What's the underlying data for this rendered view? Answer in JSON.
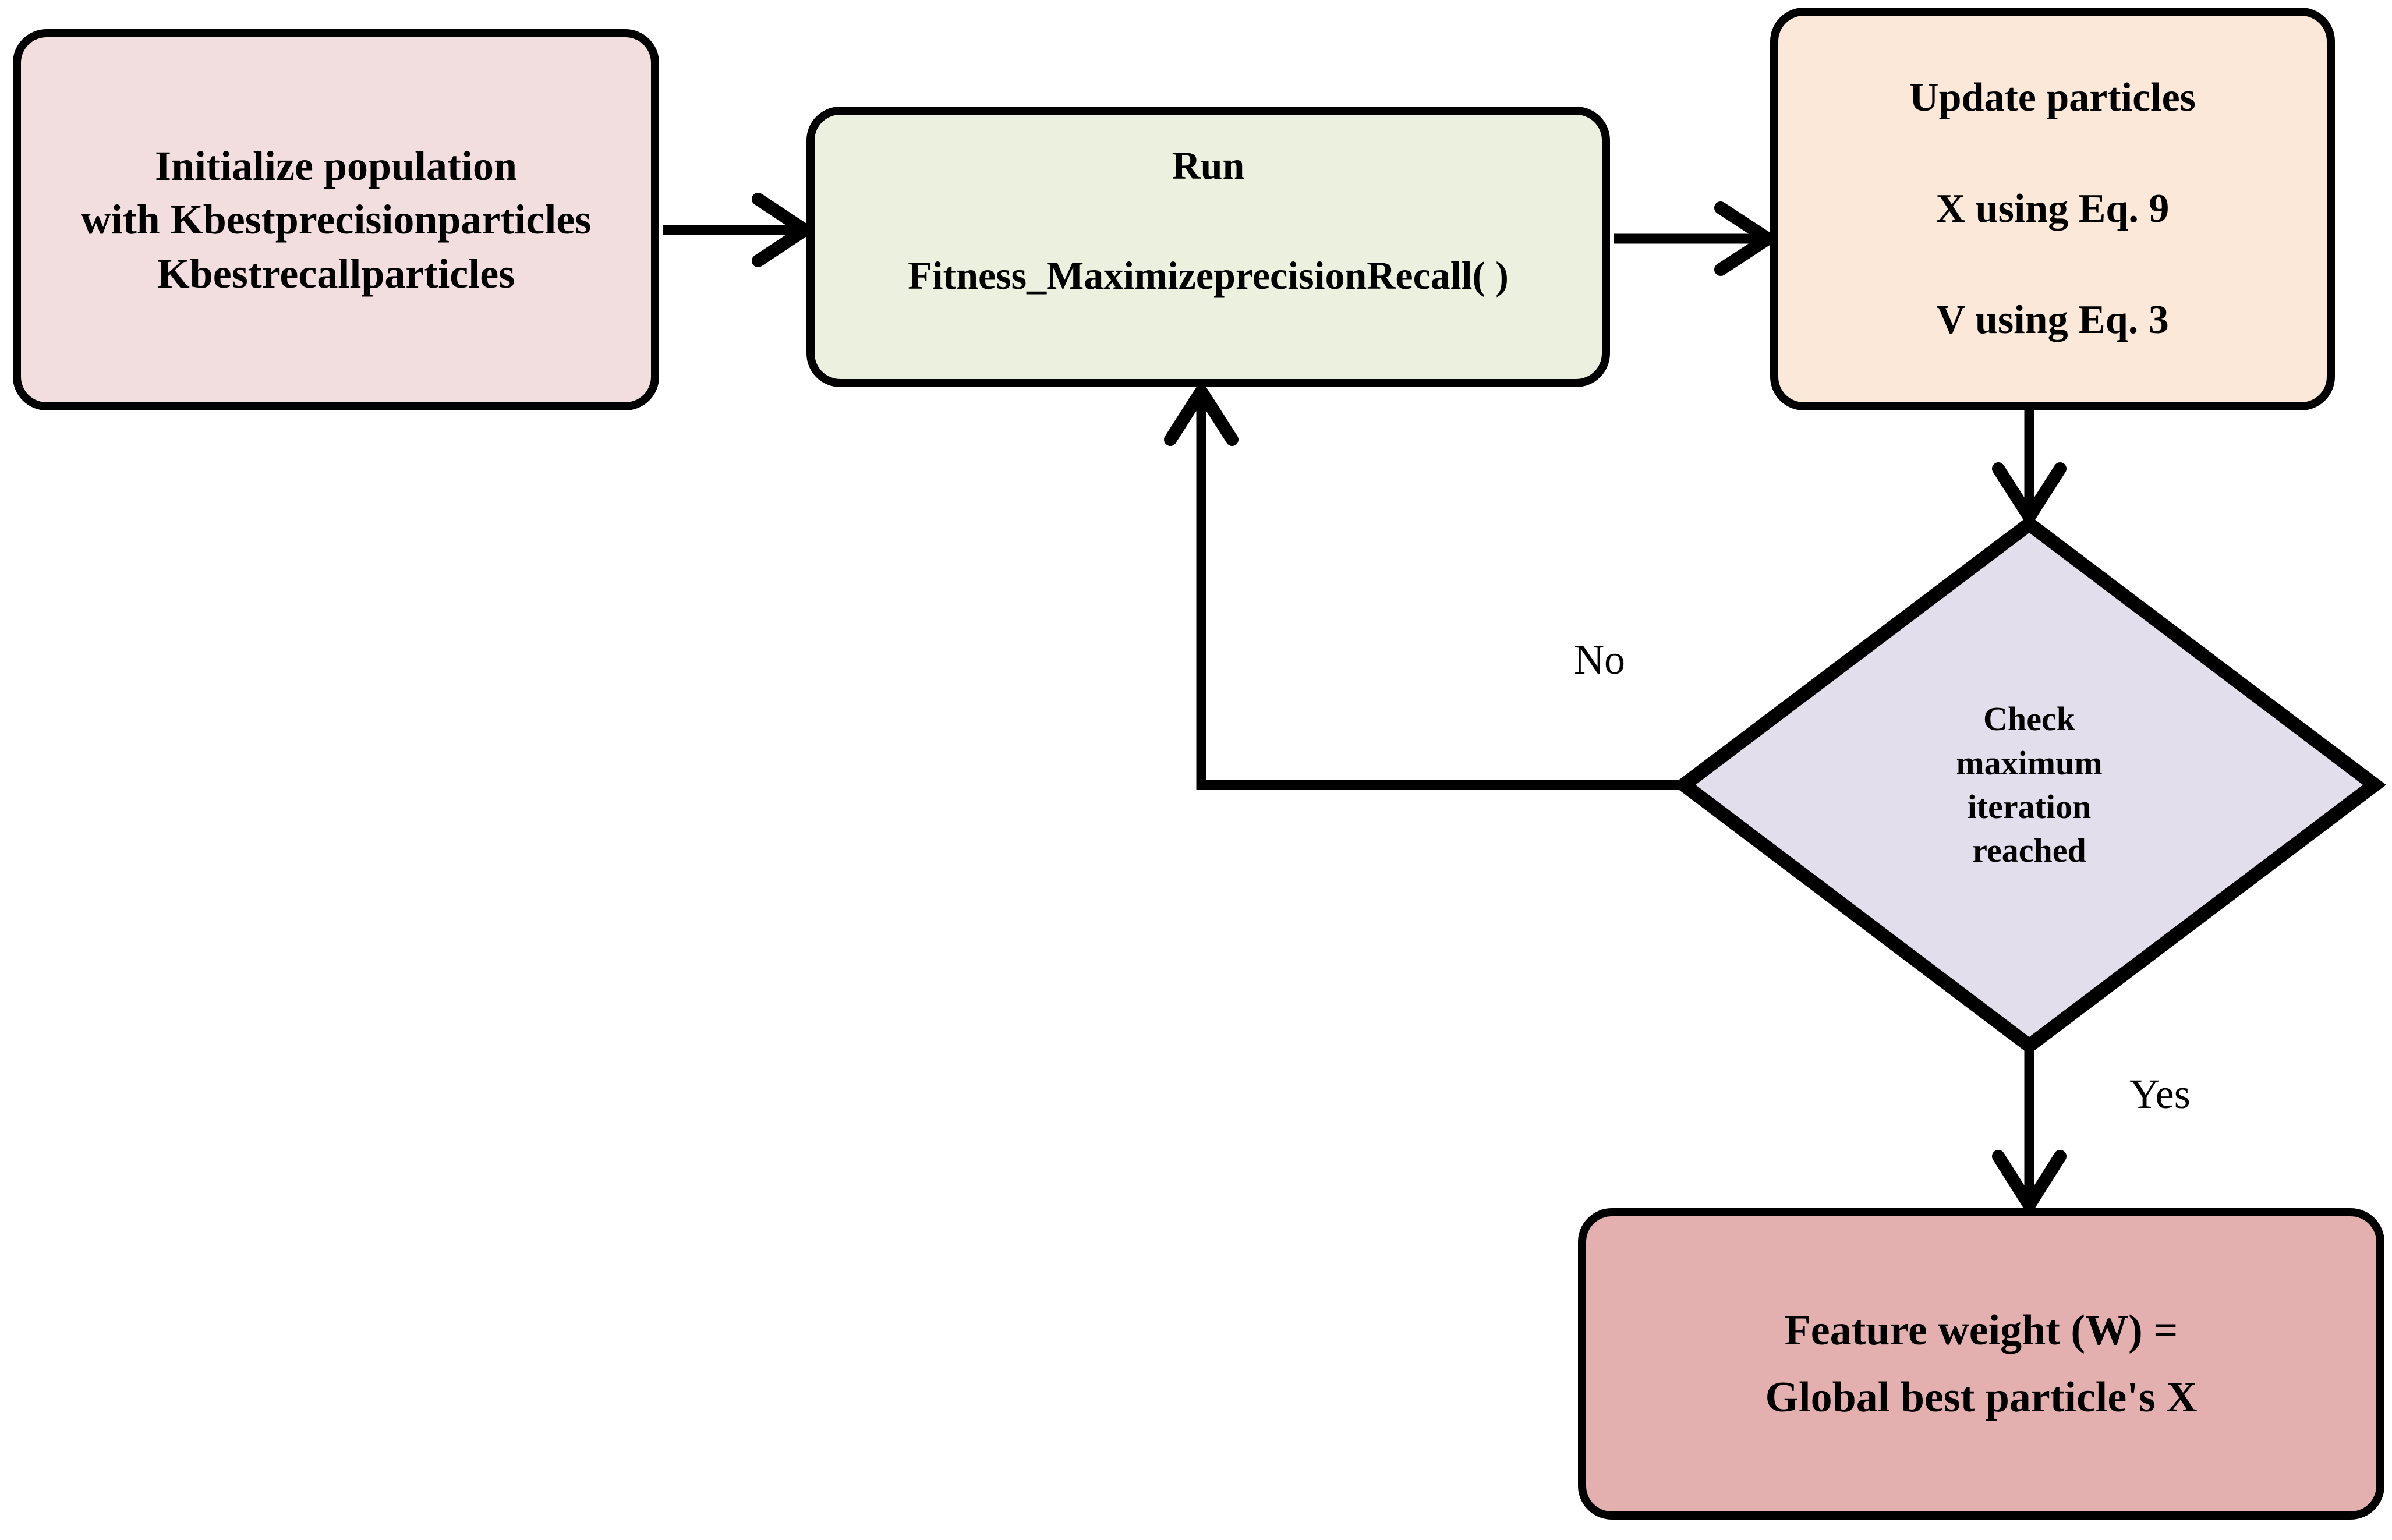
{
  "diagram": {
    "type": "flowchart",
    "title": "PSO feature-weighting flowchart",
    "background_color": "#FFFFFF",
    "stroke_color": "#000000"
  },
  "nodes": {
    "initialize": {
      "shape": "rounded-rectangle",
      "fill": "#F2DEDE",
      "lines": [
        "Initialize population",
        "with Kbestprecisionparticles",
        "Kbestrecallparticles"
      ]
    },
    "run_fitness": {
      "shape": "rounded-rectangle",
      "fill": "#ECF0DE",
      "lines": [
        "Run",
        "Fitness_MaximizeprecisionRecall( )"
      ]
    },
    "update_particles": {
      "shape": "rounded-rectangle",
      "fill": "#FBE8D8",
      "lines": [
        "Update particles",
        "X using Eq. 9",
        "V using Eq. 3"
      ]
    },
    "decision": {
      "shape": "diamond",
      "fill": "#E3DEEC",
      "lines": [
        "Check",
        "maximum",
        "iteration",
        "reached"
      ]
    },
    "feature_weight": {
      "shape": "rounded-rectangle",
      "fill": "#E3AFAF",
      "lines": [
        "Feature weight (W) =",
        "Global best particle's X"
      ]
    }
  },
  "edges": [
    {
      "id": "initialize-to-run",
      "from": "initialize",
      "to": "run_fitness",
      "label": "",
      "direction": "right"
    },
    {
      "id": "run-to-update",
      "from": "run_fitness",
      "to": "update_particles",
      "label": "",
      "direction": "right"
    },
    {
      "id": "update-to-decision",
      "from": "update_particles",
      "to": "decision",
      "label": "",
      "direction": "down"
    },
    {
      "id": "decision-to-run",
      "from": "decision",
      "to": "run_fitness",
      "label": "No",
      "direction": "left-up"
    },
    {
      "id": "decision-to-feature-weight",
      "from": "decision",
      "to": "feature_weight",
      "label": "Yes",
      "direction": "down"
    }
  ],
  "edge_labels": {
    "no": "No",
    "yes": "Yes"
  }
}
